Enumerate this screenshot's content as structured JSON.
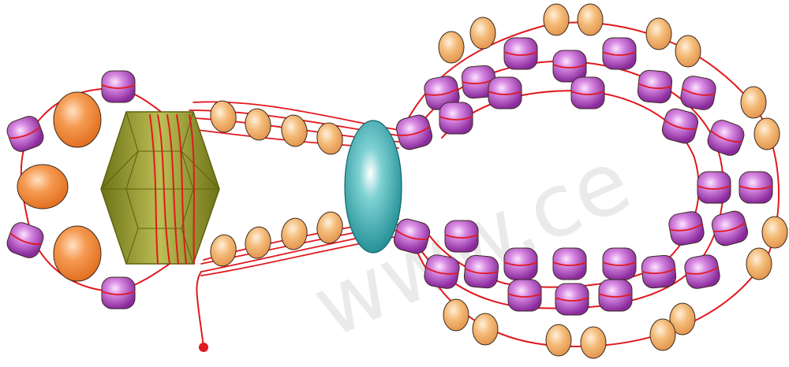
{
  "diagram": {
    "watermark": "www.ce",
    "colors": {
      "thread": "#e0191f",
      "purple_bead": "#a23bb0",
      "purple_highlight": "#f3c8f7",
      "orange_bead": "#f28a3a",
      "tan_bead": "#f2b36c",
      "crystal": "#8a8d22",
      "crystal_dark": "#5e6210",
      "oval_bead": "#2aa3a8",
      "bead_outline": "#3a2a20"
    },
    "components": [
      {
        "name": "left-loop",
        "beads": [
          "purple",
          "orange"
        ]
      },
      {
        "name": "faceted-crystal-bead",
        "beads": [
          "olive"
        ]
      },
      {
        "name": "connector-strands",
        "beads": [
          "tan"
        ]
      },
      {
        "name": "oval-teal-bead",
        "beads": [
          "teal"
        ]
      },
      {
        "name": "right-loop",
        "beads": [
          "purple",
          "tan"
        ]
      }
    ]
  }
}
